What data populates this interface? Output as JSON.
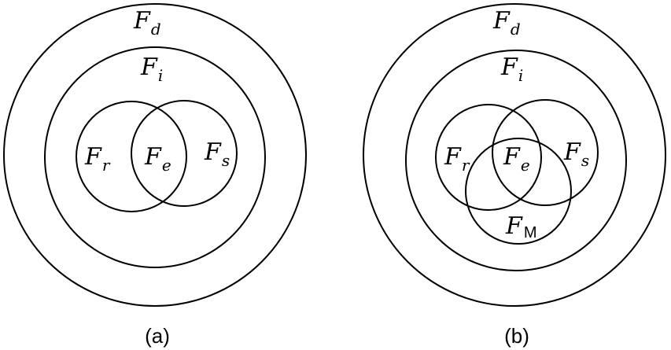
{
  "diagrams": [
    {
      "caption": "(a)",
      "sets": {
        "outer": {
          "base": "F",
          "sub": "d"
        },
        "inner": {
          "base": "F",
          "sub": "i"
        },
        "left": {
          "base": "F",
          "sub": "r"
        },
        "center": {
          "base": "F",
          "sub": "e"
        },
        "right": {
          "base": "F",
          "sub": "s"
        }
      }
    },
    {
      "caption": "(b)",
      "sets": {
        "outer": {
          "base": "F",
          "sub": "d"
        },
        "inner": {
          "base": "F",
          "sub": "i"
        },
        "left": {
          "base": "F",
          "sub": "r"
        },
        "center": {
          "base": "F",
          "sub": "e"
        },
        "right": {
          "base": "F",
          "sub": "s"
        },
        "bottom": {
          "base": "F",
          "sub": "M"
        }
      }
    }
  ]
}
